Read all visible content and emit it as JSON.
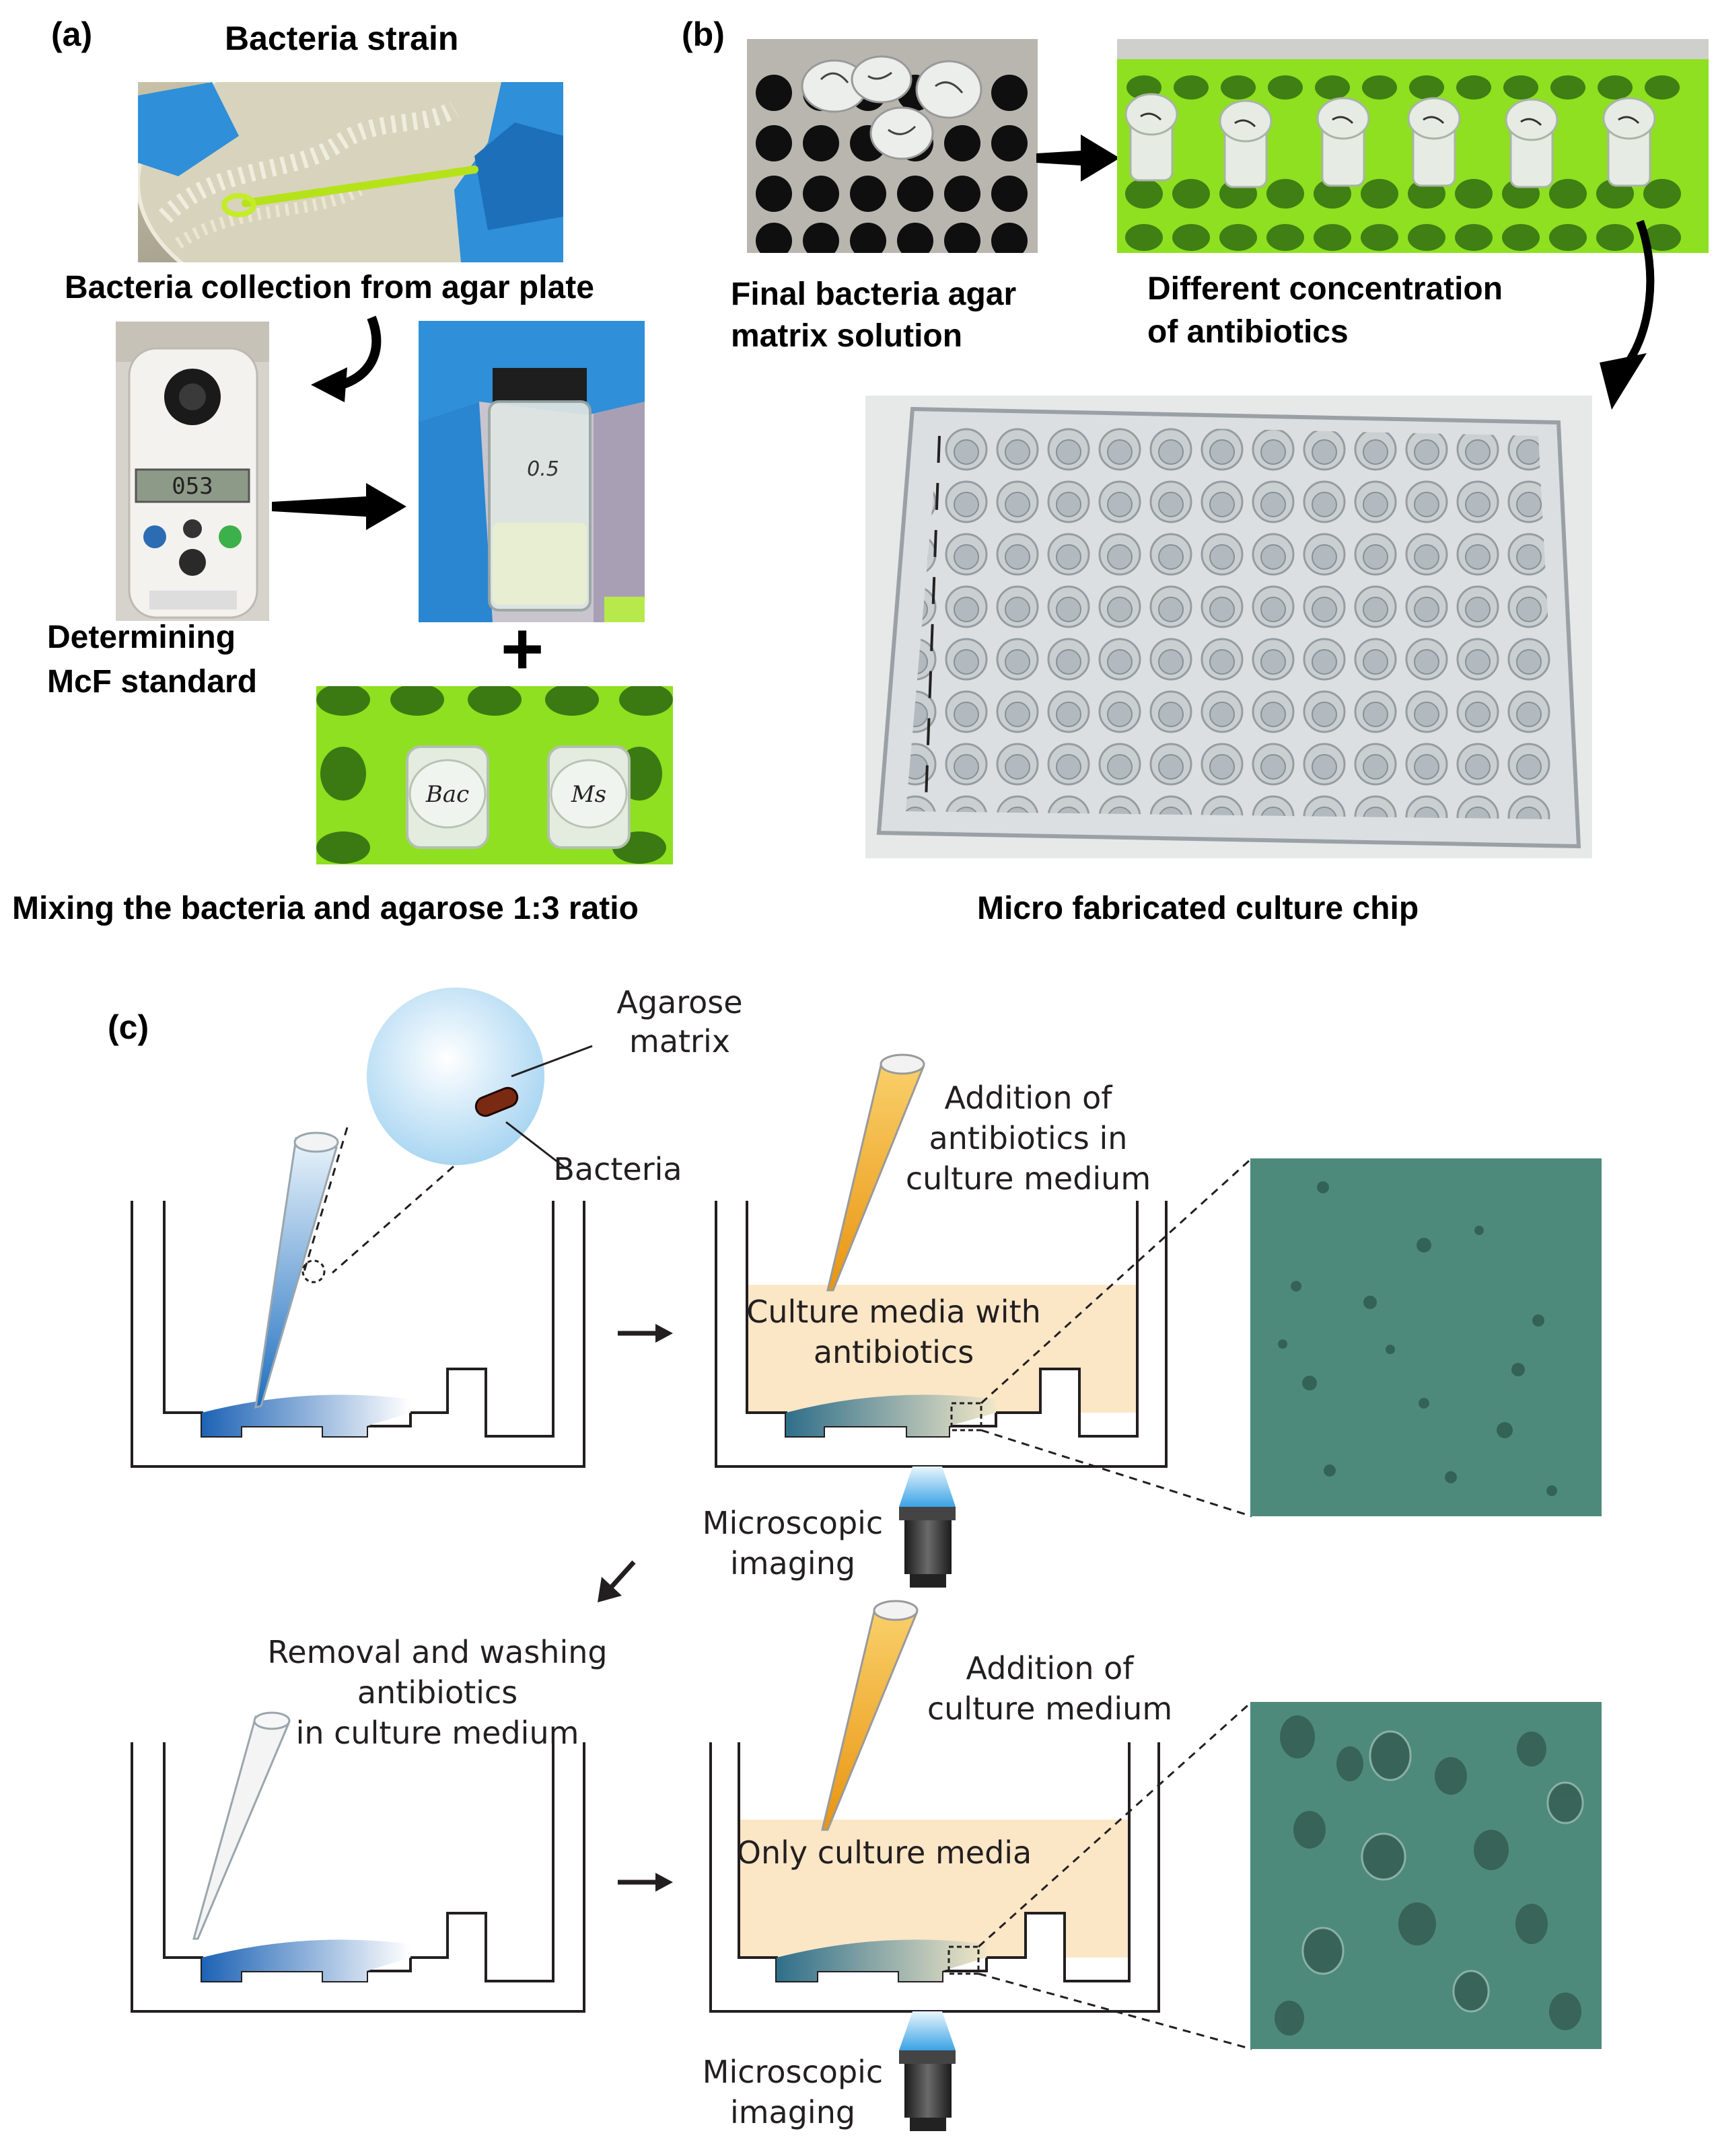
{
  "panel_a": {
    "tag": "(a)",
    "title": "Bacteria strain",
    "collection": "Bacteria collection from agar plate",
    "mcf_line1": "Determining",
    "mcf_line2": "McF standard",
    "plus": "+",
    "mixing": "Mixing the bacteria and agarose 1:3 ratio",
    "meter_reading": "053",
    "vial_label": "0.5",
    "tube_label_1": "Bac",
    "tube_label_2": "Ms"
  },
  "panel_b": {
    "tag": "(b)",
    "final_line1": "Final bacteria agar",
    "final_line2": "matrix solution",
    "diff_line1": "Different concentration",
    "diff_line2": "of antibiotics",
    "chip": "Micro fabricated culture chip"
  },
  "panel_c": {
    "tag": "(c)",
    "agarose_1": "Agarose",
    "agarose_2": "matrix",
    "bacteria": "Bacteria",
    "addition_ab_1": "Addition of",
    "addition_ab_2": "antibiotics in",
    "addition_ab_3": "culture medium",
    "media_ab_1": "Culture media with",
    "media_ab_2": "antibiotics",
    "micro_1": "Microscopic",
    "micro_2": "imaging",
    "removal_1": "Removal and washing",
    "removal_2": "antibiotics",
    "removal_3": "in culture medium",
    "addition_m_1": "Addition of",
    "addition_m_2": "culture medium",
    "only_media": "Only culture media",
    "micro2_1": "Microscopic",
    "micro2_2": "imaging"
  },
  "colors": {
    "glove_blue": "#2f8fd8",
    "rack_green": "#8ee020",
    "media_beige": "#fbe6c6",
    "tip_orange": "#f2a71b",
    "agarose_blue": "#1d63b5",
    "micrograph_green": "#4e8a7c"
  }
}
